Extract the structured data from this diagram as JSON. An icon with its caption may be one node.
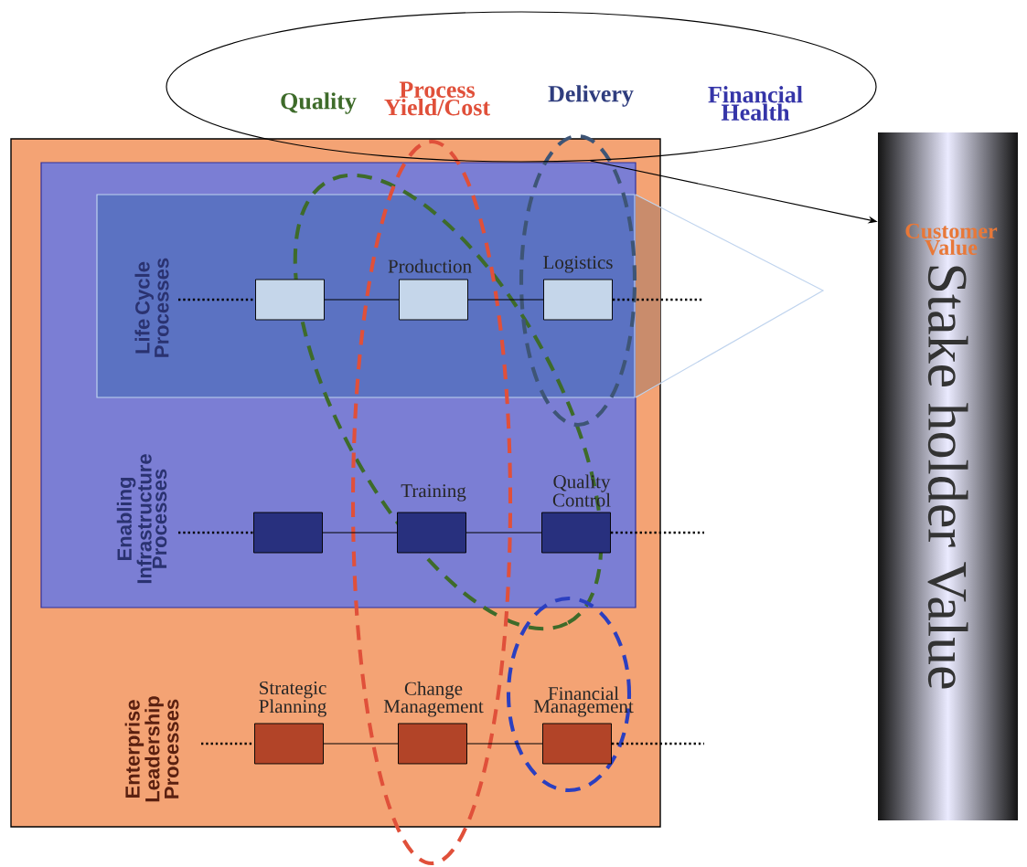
{
  "diagram": {
    "nodes": [
      {
        "text": [
          "Quality",
          "Process Yield/Cost",
          "Delivery",
          "Financial Health"
        ]
      },
      {
        "text": [
          "Customer Value",
          "Stake holder Value"
        ]
      },
      {
        "text": [
          "Enterprise Leadership Processes"
        ]
      },
      {
        "text": [
          "Enabling Infrastructure Processes"
        ],
        "in": 2
      },
      {
        "text": [
          "Life Cycle Processes"
        ],
        "in": 3
      },
      {
        "text": [],
        "shape": "box",
        "in": 4
      },
      {
        "text": [
          "Production"
        ],
        "in": 4
      },
      {
        "text": [
          "Logistics"
        ],
        "in": 4
      },
      {
        "text": [],
        "shape": "box",
        "in": 3
      },
      {
        "text": [
          "Training"
        ],
        "in": 3
      },
      {
        "text": [
          "Quality Control"
        ],
        "in": 3
      },
      {
        "text": [
          "Strategic Planning"
        ],
        "in": 2
      },
      {
        "text": [
          "Change Management"
        ],
        "in": 2
      },
      {
        "text": [
          "Financial Management"
        ],
        "in": 2
      }
    ],
    "edges": [
      {
        "from": 0,
        "to": 1,
        "arrow": "to"
      },
      {
        "from": 5,
        "to": 6,
        "arrow": "none"
      },
      {
        "from": 6,
        "to": 7,
        "arrow": "none"
      },
      {
        "from": 8,
        "to": 9,
        "arrow": "none"
      },
      {
        "from": 9,
        "to": 10,
        "arrow": "none"
      },
      {
        "from": 11,
        "to": 12,
        "arrow": "none"
      },
      {
        "from": 12,
        "to": 13,
        "arrow": "none"
      },
      {
        "from": null,
        "to": 5,
        "arrow": "none",
        "style": "dashed"
      },
      {
        "from": 7,
        "to": null,
        "arrow": "none",
        "style": "dashed"
      },
      {
        "from": null,
        "to": 8,
        "arrow": "none",
        "style": "dashed"
      },
      {
        "from": 10,
        "to": null,
        "arrow": "none",
        "style": "dashed"
      },
      {
        "from": null,
        "to": 11,
        "arrow": "none",
        "style": "dashed"
      },
      {
        "from": 13,
        "to": null,
        "arrow": "none",
        "style": "dashed"
      }
    ]
  }
}
